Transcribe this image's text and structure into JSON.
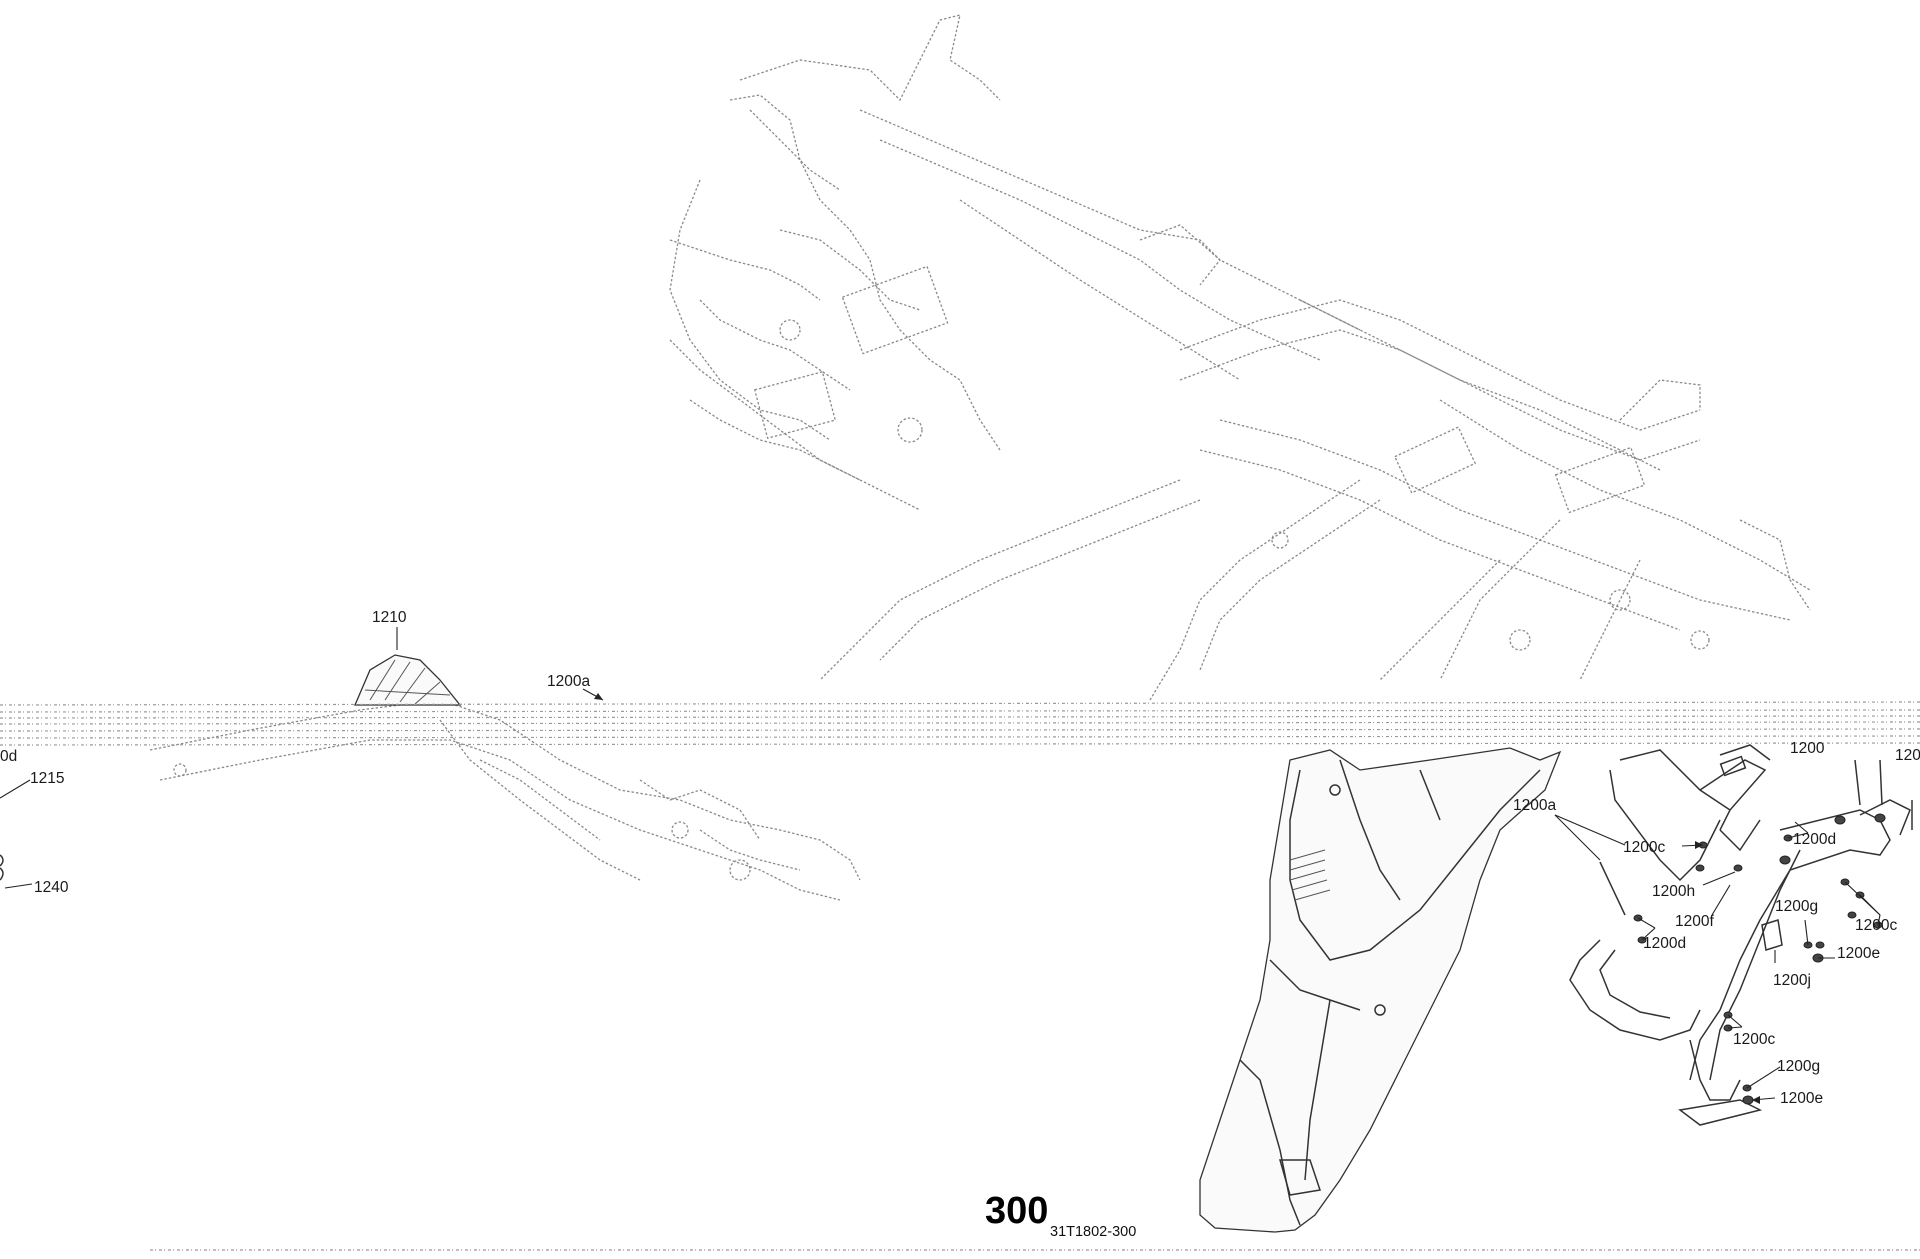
{
  "diagram": {
    "page_number": "300",
    "reference_code": "31T1802-300",
    "callouts": [
      {
        "id": "c-1210",
        "label": "1210"
      },
      {
        "id": "c-1200a-left",
        "label": "1200a"
      },
      {
        "id": "c-0d",
        "label": "0d"
      },
      {
        "id": "c-1215",
        "label": "1215"
      },
      {
        "id": "c-1240",
        "label": "1240"
      },
      {
        "id": "c-1200a-right",
        "label": "1200a"
      },
      {
        "id": "c-1200c-1",
        "label": "1200c"
      },
      {
        "id": "c-1200h",
        "label": "1200h"
      },
      {
        "id": "c-1200f",
        "label": "1200f"
      },
      {
        "id": "c-1200d-1",
        "label": "1200d"
      },
      {
        "id": "c-1200d-2",
        "label": "1200d"
      },
      {
        "id": "c-1200g-1",
        "label": "1200g"
      },
      {
        "id": "c-1200e-1",
        "label": "1200e"
      },
      {
        "id": "c-1200j",
        "label": "1200j"
      },
      {
        "id": "c-1200c-2",
        "label": "1200c"
      },
      {
        "id": "c-1200c-3",
        "label": "1200c"
      },
      {
        "id": "c-1200g-2",
        "label": "1200g"
      },
      {
        "id": "c-1200e-2",
        "label": "1200e"
      },
      {
        "id": "c-120-top",
        "label": "120"
      },
      {
        "id": "c-1200-top",
        "label": "1200"
      }
    ]
  }
}
